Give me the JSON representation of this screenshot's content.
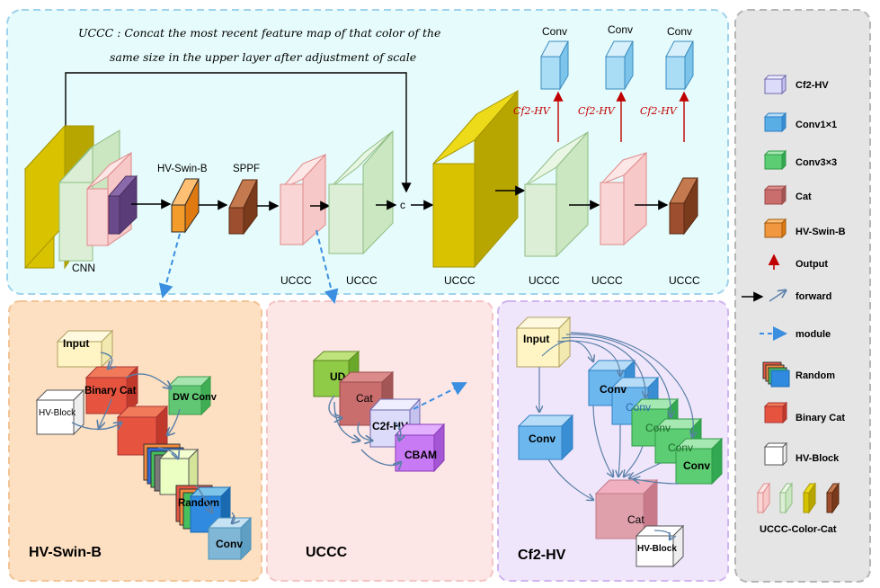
{
  "main": {
    "note_line1": "UCCC : Concat the most recent feature map of that color of the",
    "note_line2": "same size in the upper layer after adjustment of scale",
    "labels": {
      "cnn": "CNN",
      "hv_swin_b": "HV-Swin-B",
      "sppf": "SPPF",
      "concat": "c",
      "uccc": "UCCC",
      "conv": "Conv",
      "cf2hv": "Cf2-HV"
    }
  },
  "panels": {
    "hv_swin_b": {
      "title": "HV-Swin-B",
      "input": "Input",
      "binary_cat": "Binary Cat",
      "dw_conv": "DW Conv",
      "hv_block": "HV-Block",
      "random": "Random",
      "conv": "Conv"
    },
    "uccc": {
      "title": "UCCC",
      "ud": "UD",
      "cat": "Cat",
      "c2f_hv": "C2f-HV",
      "cbam": "CBAM"
    },
    "cf2_hv": {
      "title": "Cf2-HV",
      "input": "Input",
      "conv": "Conv",
      "cat": "Cat",
      "hv_block": "HV-Block"
    }
  },
  "legend": {
    "items": [
      {
        "label": "Cf2-HV",
        "icon": "cube",
        "color": "#d7d4f7"
      },
      {
        "label": "Conv1×1",
        "icon": "cube",
        "color": "#5aaee6"
      },
      {
        "label": "Conv3×3",
        "icon": "cube",
        "color": "#5dcd73"
      },
      {
        "label": "Cat",
        "icon": "cube",
        "color": "#c96d6d"
      },
      {
        "label": "HV-Swin-B",
        "icon": "cube",
        "color": "#f0973f"
      },
      {
        "label": "Output",
        "icon": "red-arrow",
        "color": "#c00000"
      },
      {
        "label": "forward",
        "icon": "black-arrow",
        "color": "#000000"
      },
      {
        "label": "module",
        "icon": "dashed-arrow",
        "color": "#3b8fe0"
      },
      {
        "label": "Random",
        "icon": "stack",
        "color": "#2f8ae0"
      },
      {
        "label": "Binary Cat",
        "icon": "cube",
        "color": "#e6543a"
      },
      {
        "label": "HV-Block",
        "icon": "cube",
        "color": "#ffffff"
      },
      {
        "label": "UCCC-Color-Cat",
        "icon": "slabs",
        "color": "#d4c100"
      }
    ]
  },
  "colors": {
    "yellow": "#d9c300",
    "green": "#dcefd6",
    "pink": "#f9d5d5",
    "purple": "#6a4a8a",
    "orange": "#f39c2b",
    "brown": "#9c4e2e",
    "blue": "#a9dcf5",
    "red": "#c00000"
  }
}
